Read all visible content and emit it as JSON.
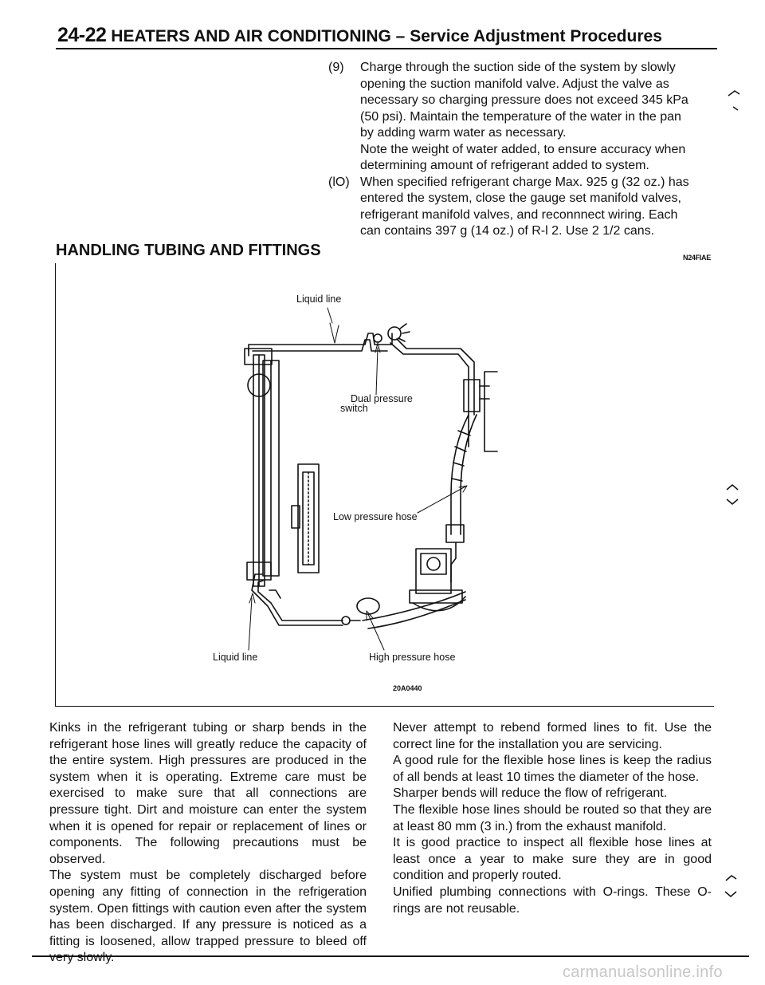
{
  "header": {
    "page_number": "24-22",
    "title": "HEATERS AND AIR CONDITIONING – Service Adjustment Procedures"
  },
  "procedure_steps": [
    {
      "number": "(9)",
      "lines": [
        "Charge through the suction side of the system by slowly",
        "opening the suction manifold valve. Adjust the valve as",
        "necessary so charging pressure does not exceed 345 kPa",
        "(50 psi). Maintain the temperature of the water in the pan",
        "by adding warm water as necessary.",
        "Note the weight of water added, to ensure accuracy when",
        "determining amount of refrigerant added to system."
      ]
    },
    {
      "number": "(lO)",
      "lines": [
        "When specified refrigerant charge Max. 925 g (32 oz.) has",
        "entered the system, close the gauge set manifold valves,",
        "refrigerant manifold valves, and reconnnect wiring. Each",
        "can contains 397 g (14 oz.) of R-l 2. Use 2 1/2 cans."
      ]
    }
  ],
  "section": {
    "title": "HANDLING TUBING AND FITTINGS",
    "figure_code_top": "N24FIAE"
  },
  "figure": {
    "labels": {
      "liquid_line_top": "Liquid line",
      "dual_pressure_switch_1": "Dual pressure",
      "dual_pressure_switch_2": "switch",
      "low_pressure_hose": "Low pressure hose",
      "liquid_line_bottom": "Liquid line",
      "high_pressure_hose": "High pressure hose"
    },
    "figure_code_bottom": "20A0440"
  },
  "body": {
    "left_column": [
      "Kinks in the refrigerant tubing or sharp bends in the refrigerant hose lines will greatly reduce the capacity of the entire system. High pressures are produced in the system when it is operating. Extreme care must be exercised to make sure that all connections are pressure tight. Dirt and moisture can enter the system when it is opened for repair or replacement of lines or components. The following precautions must be observed.",
      "The system must be completely discharged before opening any fitting of connection in the refrigeration system. Open fittings with caution even after the system has been discharged. If any pressure is noticed as a fitting is loosened, allow trapped pressure to bleed off very slowly."
    ],
    "right_column": [
      "Never attempt to rebend formed lines to fit. Use the correct line for the installation you are servicing.",
      "A good rule for the flexible hose lines is keep the radius of all bends at least 10 times the diameter of the hose.",
      "Sharper bends will reduce the flow of refrigerant.",
      "The flexible hose lines should be routed so that they are at least 80 mm (3 in.) from the exhaust manifold.",
      "It is good practice to inspect all flexible hose lines at least once a year to make sure they are in good condition and properly routed.",
      "Unified plumbing connections with O-rings. These O-rings are not reusable."
    ]
  },
  "footer": {
    "watermark": "carmanualsonline.info"
  }
}
